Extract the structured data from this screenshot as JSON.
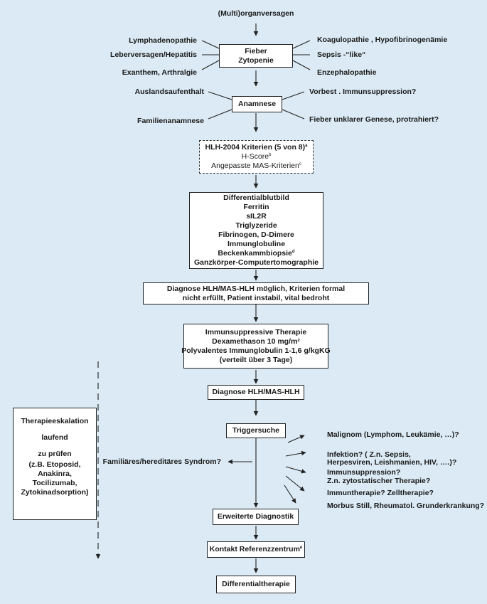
{
  "colors": {
    "background": "#dbeaf4",
    "box_fill": "#ffffff",
    "line": "#222222"
  },
  "top": {
    "organversagen": "(Multi)organversagen"
  },
  "fieber_box": {
    "line1": "Fieber",
    "line2": "Zytopenie"
  },
  "symptoms": {
    "lymphadenopathie": "Lymphadenopathie",
    "leberversagen": "Leberversagen/Hepatitis",
    "exanthem": "Exanthem, Arthralgie",
    "koagulopathie": "Koagulopathie , Hypofibrinogenämie",
    "sepsis": "Sepsis -“like“",
    "enzephalopathie": "Enzephalopathie"
  },
  "anamnese": {
    "box": "Anamnese",
    "auslandsaufenthalt": "Auslandsaufenthalt",
    "familienanamnese": "Familienanamnese",
    "vorbest": "Vorbest . Immunsuppression?",
    "fieber_unklar": "Fieber unklarer Genese, protrahiert?"
  },
  "criteria_box": {
    "line1": "HLH-2004 Kriterien (5 von 8)",
    "line1_sup": "a",
    "line2": "H-Score",
    "line2_sup": "b",
    "line3": "Angepasste MAS-Kriterien",
    "line3_sup": "c"
  },
  "diagnostics_box": {
    "items": [
      "Differentialblutbild",
      "Ferritin",
      "sIL2R",
      "Triglyzeride",
      "Fibrinogen, D-Dimere",
      "Immunglobuline",
      "Beckenkammbiopsie",
      "Ganzkörper-Computertomographie"
    ],
    "biopsie_sup": "d"
  },
  "possible_box": {
    "line1": "Diagnose HLH/MAS-HLH möglich, Kriterien formal",
    "line2": "nicht erfüllt, Patient instabil, vital bedroht"
  },
  "therapy_box": {
    "line1": "Immunsuppressive Therapie",
    "line2": "Dexamethason 10 mg/m²",
    "line3": "Polyvalentes Immunglobulin 1-1,6 g/kgKG",
    "line4": "(verteilt über 3 Tage)"
  },
  "diagnose_box": "Diagnose HLH/MAS-HLH",
  "trigger_box": "Triggersuche",
  "familial": "Familiäres/hereditäres Syndrom?",
  "triggers": {
    "malignom": "Malignom  (Lymphom, Leukämie, …)?",
    "infektion_1": "Infektion? ( Z.n. Sepsis,",
    "infektion_2": "Herpesviren, Leishmanien, HIV, ….)?",
    "immunsuppression_1": "Immunsuppression?",
    "immunsuppression_2": "Z.n. zytostatischer Therapie?",
    "immuntherapie": "Immuntherapie? Zelltherapie?",
    "morbus": "Morbus Still, Rheumatol. Grunderkrankung?"
  },
  "escalation_box": {
    "line1": "Therapieeskalation",
    "line2": "laufend",
    "line3": "zu prüfen",
    "line4": "(z.B. Etoposid,",
    "line5": "Anakinra,",
    "line6": "Tocilizumab,",
    "line7": "Zytokinadsorption)"
  },
  "extended_box": "Erweiterte Diagnostik",
  "reference_box": {
    "label": "Kontakt Referenzzentrum",
    "sup": "e"
  },
  "final_box": "Differentialtherapie"
}
